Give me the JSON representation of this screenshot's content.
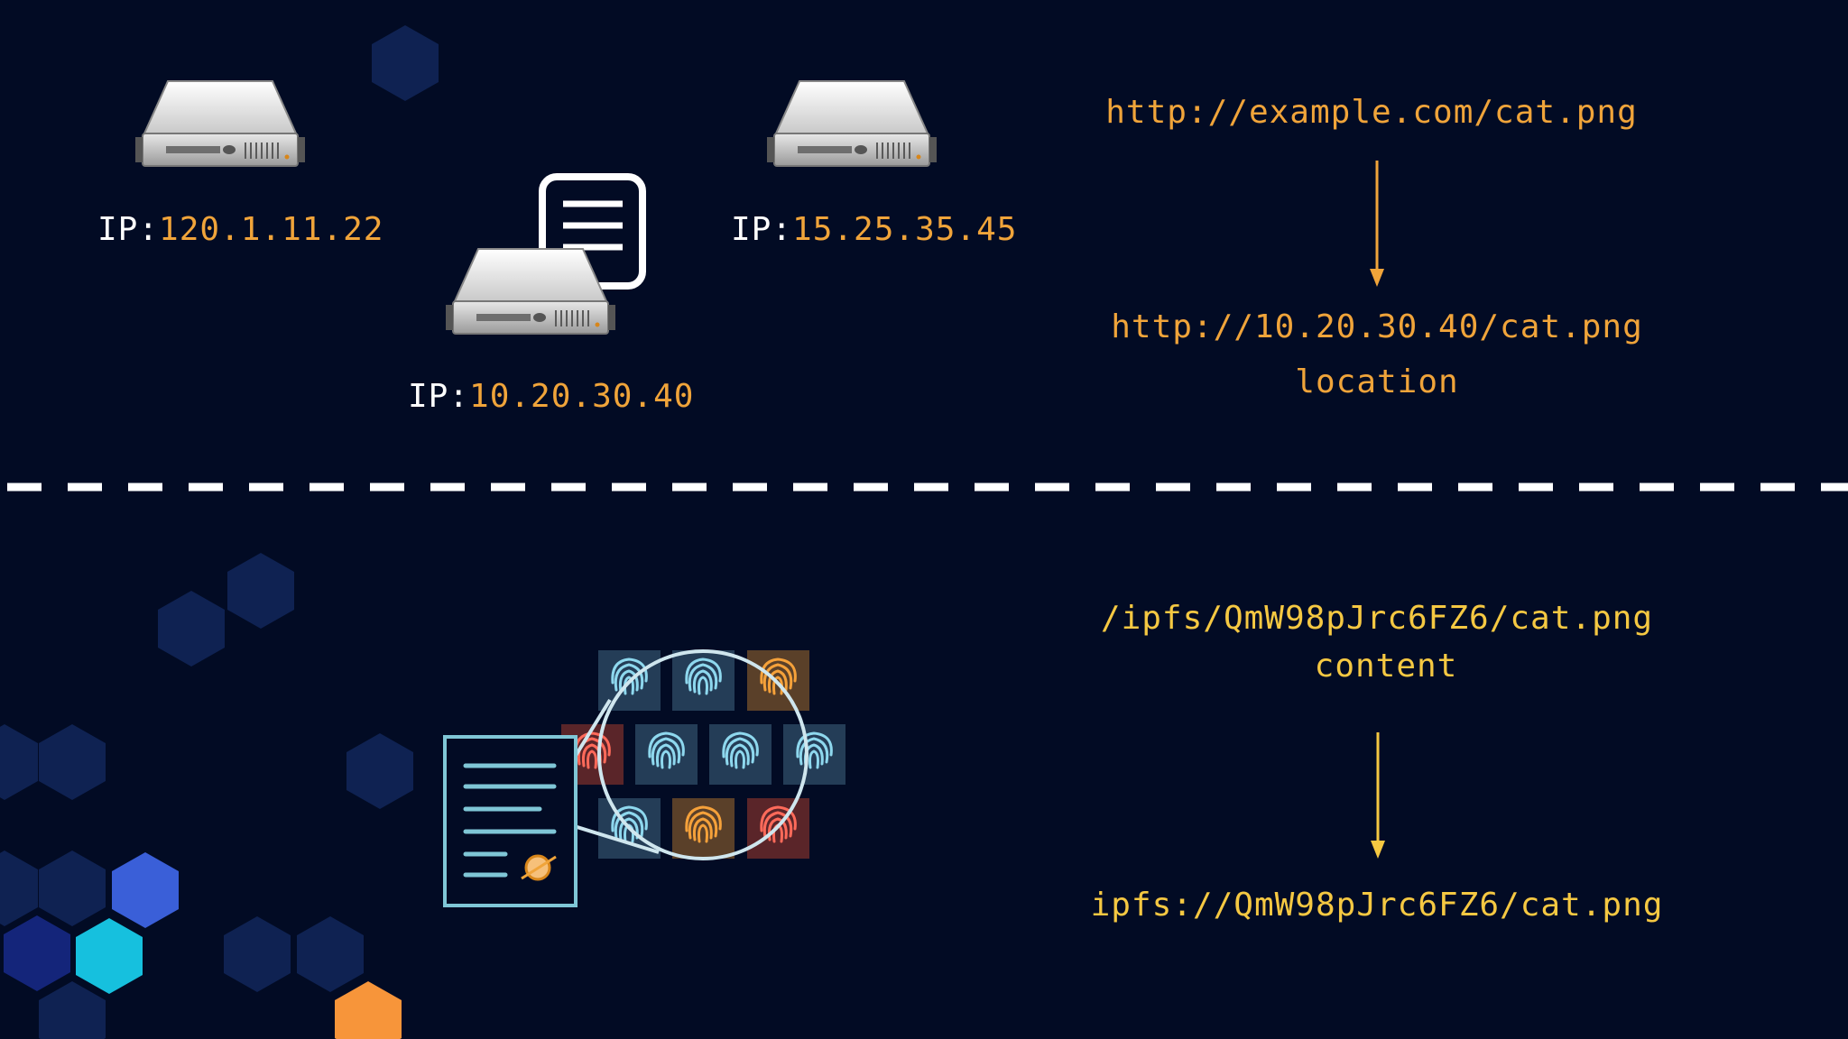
{
  "location_section": {
    "servers": [
      {
        "prefix": "IP:",
        "ip": "120.1.11.22"
      },
      {
        "prefix": "IP:",
        "ip": "10.20.30.40"
      },
      {
        "prefix": "IP:",
        "ip": "15.25.35.45"
      }
    ],
    "url_from": "http://example.com/cat.png",
    "url_to": "http://10.20.30.40/cat.png",
    "caption": "location"
  },
  "content_section": {
    "path_from": "/ipfs/QmW98pJrc6FZ6/cat.png",
    "caption": "content",
    "path_to": "ipfs://QmW98pJrc6FZ6/cat.png"
  },
  "colors": {
    "background": "#020b24",
    "accent_orange": "#f0a43a",
    "accent_yellow": "#f5c842",
    "hex_dark": "#0f2252",
    "hex_blue": "#3a5fd8",
    "hex_cyan": "#16c0de",
    "hex_navy": "#14257a",
    "hex_orange": "#f7953a"
  },
  "icons": {
    "server": "server-icon",
    "document": "document-icon",
    "fingerprint": "fingerprint-icon",
    "magnifier": "magnifier-icon"
  }
}
